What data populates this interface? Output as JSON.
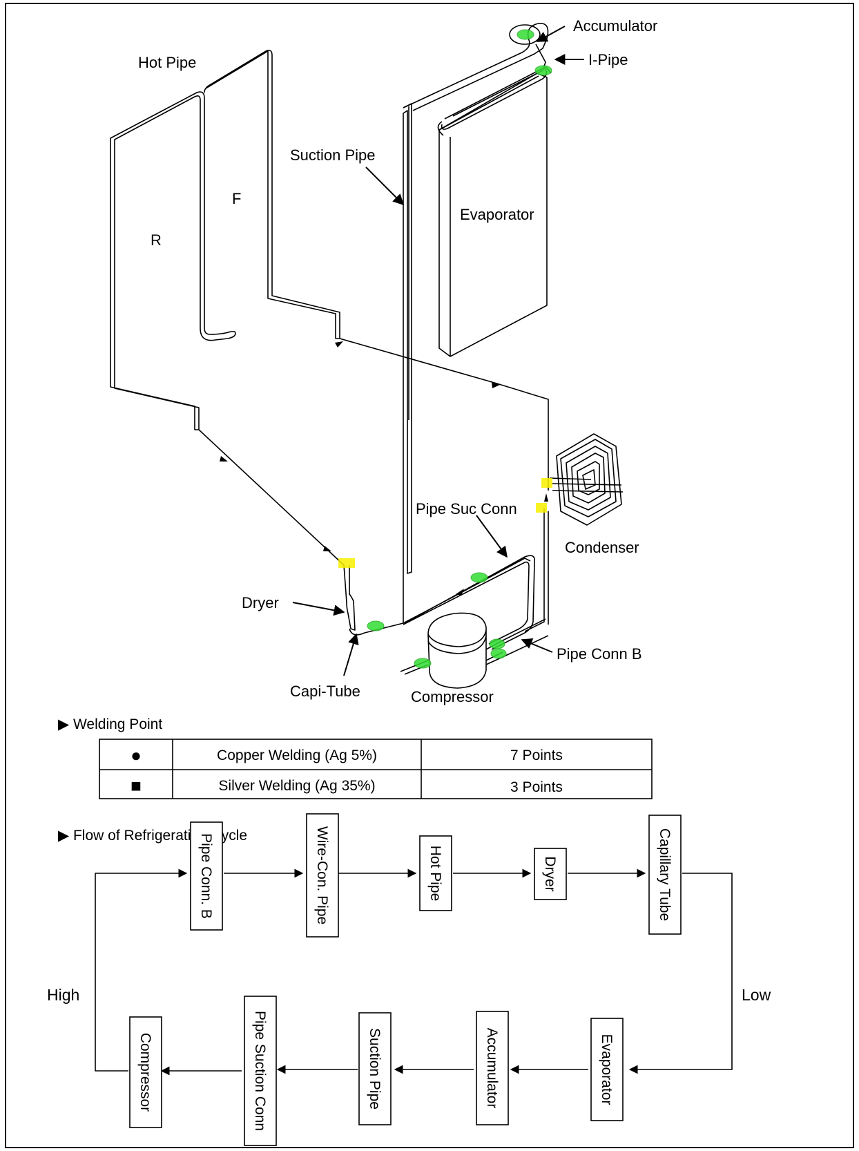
{
  "diagram": {
    "labels": {
      "accumulator": "Accumulator",
      "i_pipe": "I-Pipe",
      "hot_pipe": "Hot Pipe",
      "suction_pipe": "Suction Pipe",
      "evaporator": "Evaporator",
      "region_f": "F",
      "region_r": "R",
      "pipe_suc_conn": "Pipe Suc Conn",
      "condenser": "Condenser",
      "dryer": "Dryer",
      "capi_tube": "Capi-Tube",
      "compressor": "Compressor",
      "pipe_conn_b": "Pipe Conn B"
    }
  },
  "welding": {
    "heading": "▶  Welding Point",
    "rows": [
      {
        "symbol": "●",
        "type": "Copper Welding (Ag 5%)",
        "count": "7 Points"
      },
      {
        "symbol": "■",
        "type": "Silver Welding (Ag 35%)",
        "count": "3 Points"
      }
    ],
    "colors": {
      "copper_marker": "#33dd33",
      "silver_marker": "#f7f000"
    }
  },
  "flow": {
    "heading": "▶  Flow of Refrigeration Cycle",
    "high_label": "High",
    "low_label": "Low",
    "top_row": [
      "Pipe Conn. B",
      "Wire-Con. Pipe",
      "Hot Pipe",
      "Dryer",
      "Capillary Tube"
    ],
    "bottom_row": [
      "Evaporator",
      "Accumulator",
      "Suction Pipe",
      "Pipe Suction Conn",
      "Compressor"
    ]
  }
}
